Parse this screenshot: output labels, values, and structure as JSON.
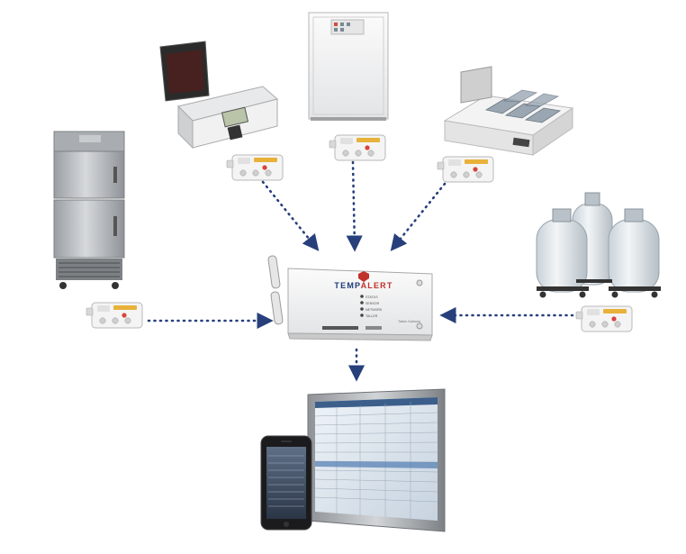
{
  "gateway": {
    "brand_left": "TEMP",
    "brand_right": "ALERT",
    "leds": [
      "STATUS",
      "SENSOR",
      "NETWORK",
      "TALLER"
    ],
    "model_text": "Tallow Gateway"
  },
  "colors": {
    "arrow": "#27407c",
    "brand_blue": "#1f3a78",
    "brand_red": "#c0322b",
    "steel": "#b9bdc1"
  },
  "icons": [
    "refrigerator-icon",
    "cooler-icon",
    "incubator-icon",
    "plate-reader-icon",
    "cryo-dewars-icon",
    "wireless-sensor-icon",
    "gateway-device-icon",
    "smartphone-icon",
    "monitor-icon"
  ]
}
